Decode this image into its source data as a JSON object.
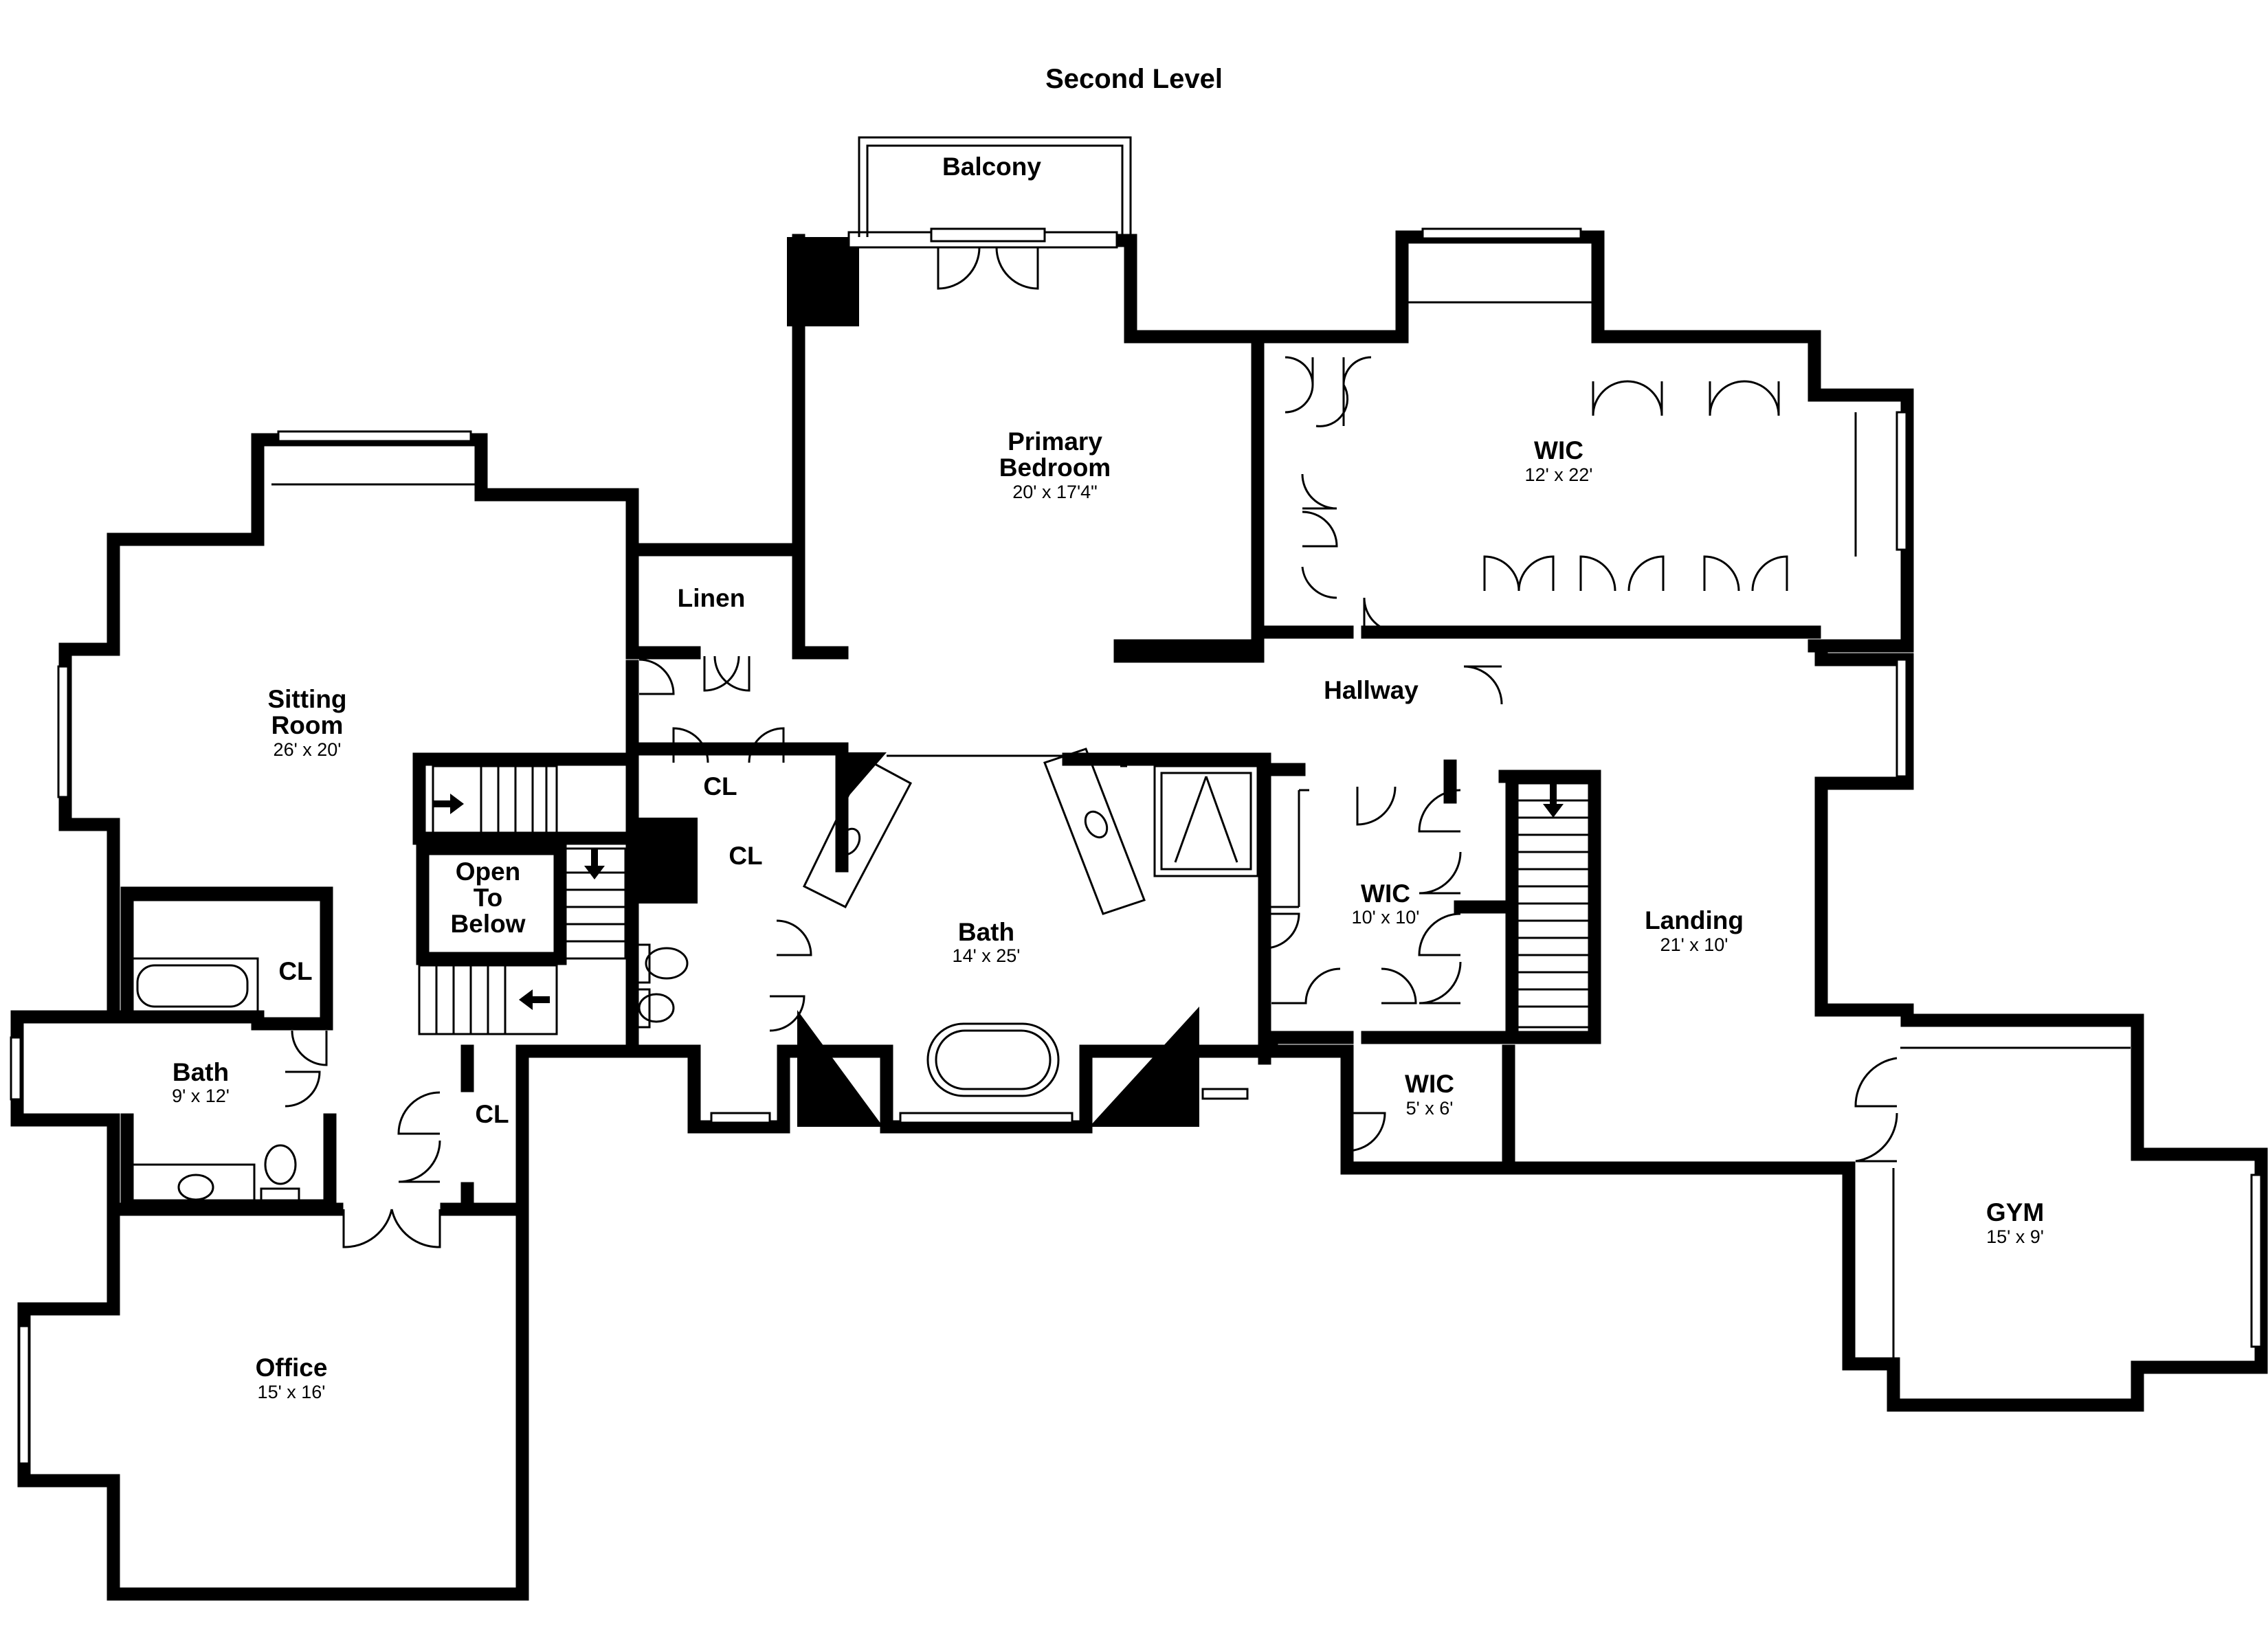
{
  "title": "Second Level",
  "rooms": [
    {
      "key": "balcony",
      "name": "Balcony",
      "dims": ""
    },
    {
      "key": "primary_bedroom",
      "name_lines": [
        "Primary",
        "Bedroom"
      ],
      "dims": "20' x 17'4\""
    },
    {
      "key": "wic_primary",
      "name": "WIC",
      "dims": "12' x 22'"
    },
    {
      "key": "linen",
      "name": "Linen",
      "dims": ""
    },
    {
      "key": "hallway",
      "name": "Hallway",
      "dims": ""
    },
    {
      "key": "sitting_room",
      "name_lines": [
        "Sitting",
        "Room"
      ],
      "dims": "26' x 20'"
    },
    {
      "key": "cl_hall",
      "name": "CL",
      "dims": ""
    },
    {
      "key": "cl_bath",
      "name": "CL",
      "dims": ""
    },
    {
      "key": "open_to_below",
      "name_lines": [
        "Open",
        "To",
        "Below"
      ],
      "dims": ""
    },
    {
      "key": "bath_primary",
      "name": "Bath",
      "dims": "14' x 25'"
    },
    {
      "key": "wic_middle",
      "name": "WIC",
      "dims": "10' x 10'"
    },
    {
      "key": "landing",
      "name": "Landing",
      "dims": "21' x 10'"
    },
    {
      "key": "cl_small",
      "name": "CL",
      "dims": ""
    },
    {
      "key": "bath_small",
      "name": "Bath",
      "dims": "9' x 12'"
    },
    {
      "key": "cl_office",
      "name": "CL",
      "dims": ""
    },
    {
      "key": "wic_small",
      "name": "WIC",
      "dims": "5' x 6'"
    },
    {
      "key": "gym",
      "name": "GYM",
      "dims": "15' x 9'"
    },
    {
      "key": "office",
      "name": "Office",
      "dims": "15' x 16'"
    }
  ]
}
